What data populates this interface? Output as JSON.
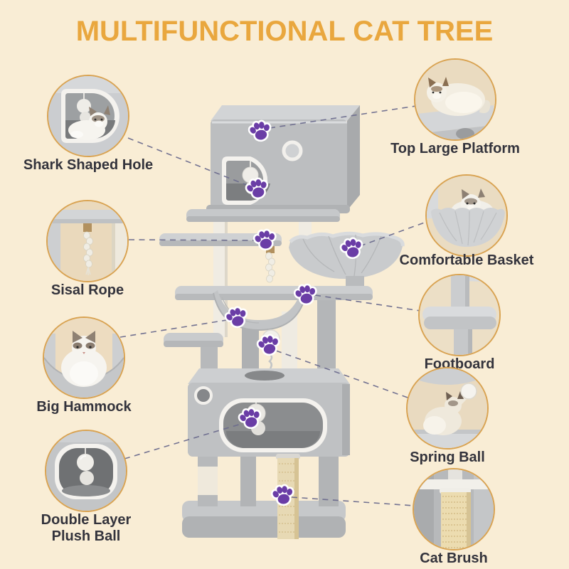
{
  "title": "MULTIFUNCTIONAL CAT TREE",
  "callouts": {
    "left": [
      {
        "id": "shark-shaped-hole",
        "label": "Shark Shaped Hole"
      },
      {
        "id": "sisal-rope",
        "label": "Sisal Rope"
      },
      {
        "id": "big-hammock",
        "label": "Big Hammock"
      },
      {
        "id": "double-layer-plush-ball",
        "label": "Double Layer Plush Ball"
      }
    ],
    "right": [
      {
        "id": "top-large-platform",
        "label": "Top Large Platform"
      },
      {
        "id": "comfortable-basket",
        "label": "Comfortable Basket"
      },
      {
        "id": "footboard",
        "label": "Footboard"
      },
      {
        "id": "spring-ball",
        "label": "Spring Ball"
      },
      {
        "id": "cat-brush",
        "label": "Cat Brush"
      }
    ]
  },
  "markers": {
    "icon": "paw-icon",
    "count": 9
  },
  "colors": {
    "background": "#f9edd5",
    "title": "#e9a73e",
    "label_text": "#33333c",
    "circle_border": "#d9a352",
    "connector_dash": "#6b6b8d",
    "paw_purple": "#6a3da6",
    "tree_grey": "#bfc1c3",
    "sisal_beige": "#e7d9b4"
  }
}
